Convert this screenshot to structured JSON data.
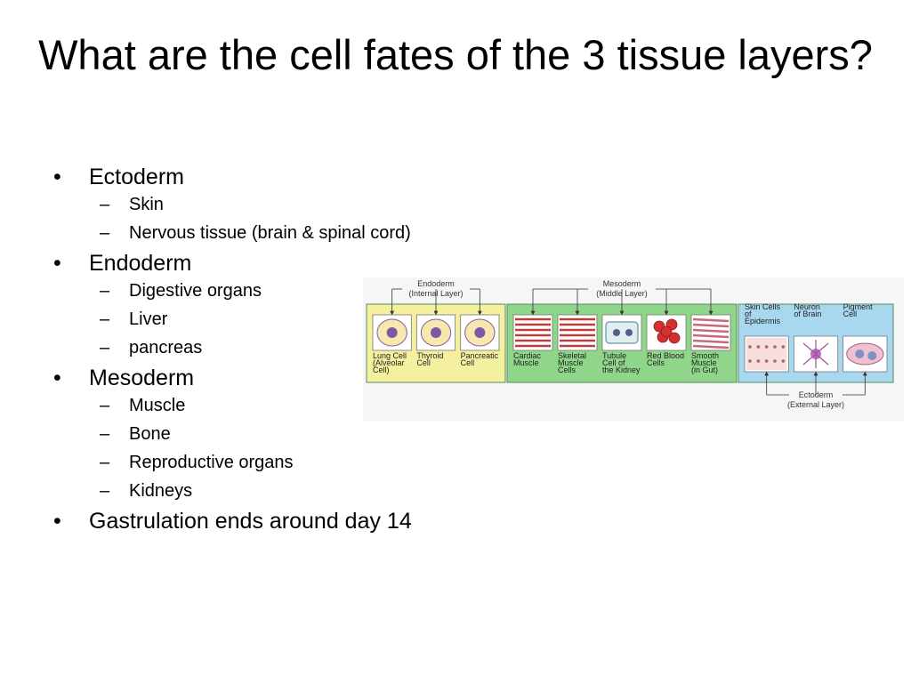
{
  "title": "What are the cell fates of the 3 tissue layers?",
  "bullets": [
    {
      "label": "Ectoderm",
      "subs": [
        "Skin",
        "Nervous tissue (brain & spinal cord)"
      ]
    },
    {
      "label": "Endoderm",
      "subs": [
        "Digestive organs",
        "Liver",
        "pancreas"
      ]
    },
    {
      "label": "Mesoderm",
      "subs": [
        "Muscle",
        "Bone",
        "Reproductive organs",
        "Kidneys"
      ]
    },
    {
      "label": "Gastrulation ends around day 14",
      "subs": []
    }
  ],
  "figure": {
    "endoderm": {
      "title": "Endoderm",
      "subtitle": "(Internal Layer)",
      "color": "#f4f0a0",
      "cells": [
        {
          "lines": [
            "Lung Cell",
            "(Alveolar",
            "Cell)"
          ],
          "icon": "lung-cell-icon"
        },
        {
          "lines": [
            "Thyroid",
            "Cell"
          ],
          "icon": "thyroid-cell-icon"
        },
        {
          "lines": [
            "Pancreatic",
            "Cell"
          ],
          "icon": "pancreatic-cell-icon"
        }
      ]
    },
    "mesoderm": {
      "title": "Mesoderm",
      "subtitle": "(Middle Layer)",
      "color": "#8fd68a",
      "cells": [
        {
          "lines": [
            "Cardiac",
            "Muscle"
          ],
          "icon": "cardiac-muscle-icon"
        },
        {
          "lines": [
            "Skeletal",
            "Muscle",
            "Cells"
          ],
          "icon": "skeletal-muscle-icon"
        },
        {
          "lines": [
            "Tubule",
            "Cell of",
            "the Kidney"
          ],
          "icon": "kidney-tubule-icon"
        },
        {
          "lines": [
            "Red Blood",
            "Cells"
          ],
          "icon": "red-blood-cells-icon"
        },
        {
          "lines": [
            "Smooth",
            "Muscle",
            "(in Gut)"
          ],
          "icon": "smooth-muscle-icon"
        }
      ]
    },
    "ectoderm": {
      "title": "Ectoderm",
      "subtitle": "(External Layer)",
      "color": "#a8d8f0",
      "cells": [
        {
          "lines": [
            "Skin Cells",
            "of",
            "Epidermis"
          ],
          "icon": "skin-cell-icon"
        },
        {
          "lines": [
            "Neuron",
            "of Brain"
          ],
          "icon": "neuron-icon"
        },
        {
          "lines": [
            "Pigment",
            "Cell"
          ],
          "icon": "pigment-cell-icon"
        }
      ]
    }
  }
}
